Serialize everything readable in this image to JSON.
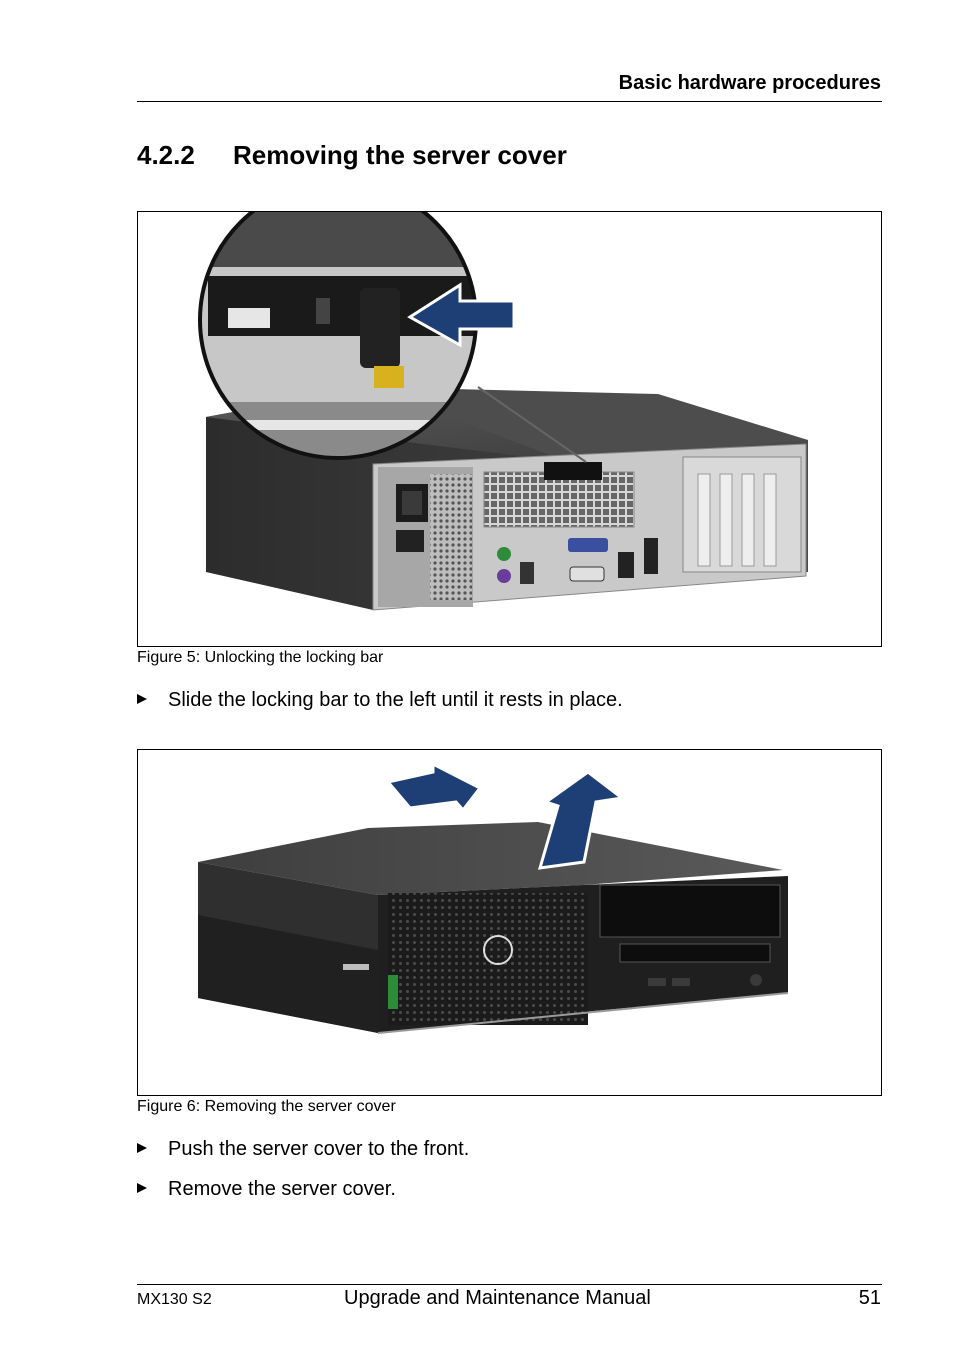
{
  "header": {
    "title": "Basic hardware procedures"
  },
  "section": {
    "number": "4.2.2",
    "title": "Removing the server cover"
  },
  "figures": [
    {
      "caption": "Figure 5: Unlocking the locking bar"
    },
    {
      "caption": "Figure 6: Removing the server cover"
    }
  ],
  "steps": [
    "Slide the locking bar to the left until it rests in place.",
    "Push the server cover to the front.",
    "Remove the server cover."
  ],
  "footer": {
    "model": "MX130 S2",
    "manual": "Upgrade and Maintenance Manual",
    "page": "51"
  },
  "colors": {
    "arrow_fill": "#1e3f75",
    "arrow_outline": "#ffffff",
    "chassis_dark": "#3a3a3a"
  },
  "icons": {
    "step_bullet": "triangle-right-icon"
  }
}
